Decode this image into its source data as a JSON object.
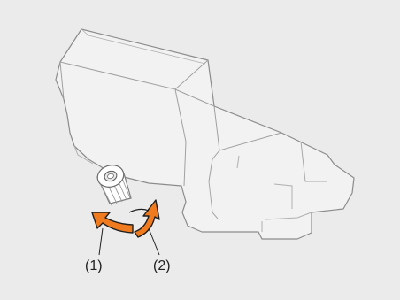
{
  "colors": {
    "background": "#ebebeb",
    "device_body": "#f2f2f2",
    "device_outline": "#8c8c8c",
    "knob_fill": "#ffffff",
    "arrow_orange": "#f07a1e",
    "arrow_dark": "#1f1f1f"
  },
  "labels": {
    "one": "(1)",
    "two": "(2)"
  },
  "icons": {
    "arrow_1": "counter-clockwise-arrow",
    "arrow_2": "clockwise-arrow"
  }
}
